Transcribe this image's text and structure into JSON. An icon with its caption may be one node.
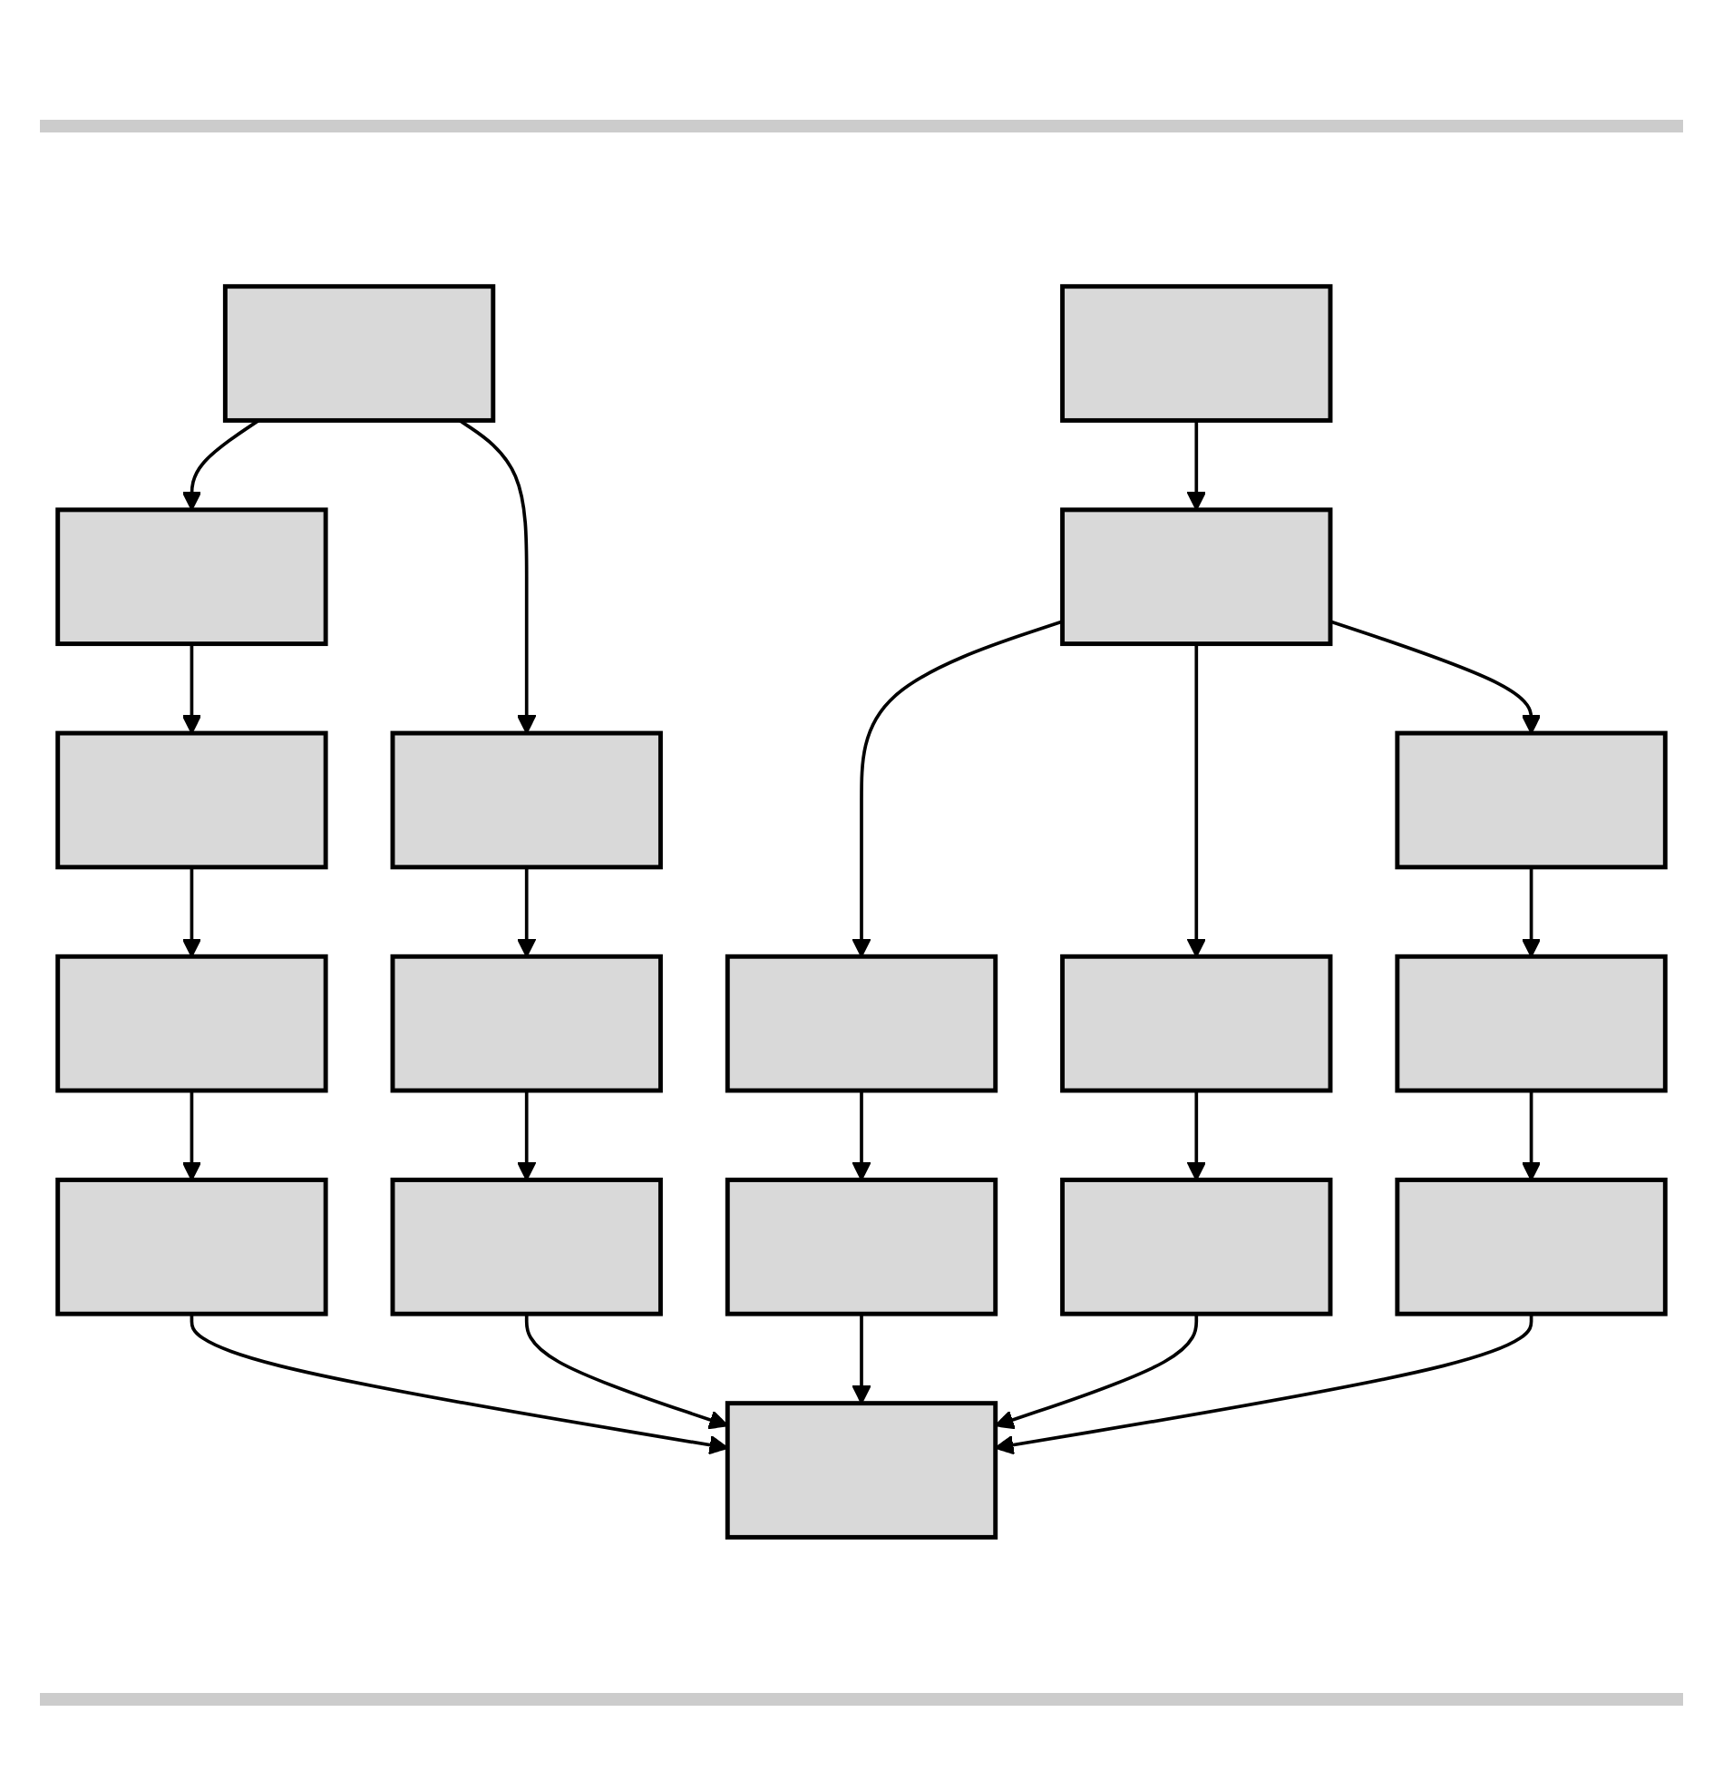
{
  "diagram": {
    "nodes": [
      {
        "text": [],
        "shape": "box"
      },
      {
        "text": [],
        "shape": "box"
      },
      {
        "text": [],
        "shape": "box"
      },
      {
        "text": [],
        "shape": "box"
      },
      {
        "text": [],
        "shape": "box"
      },
      {
        "text": [],
        "shape": "box"
      },
      {
        "text": [],
        "shape": "box"
      },
      {
        "text": [],
        "shape": "box"
      },
      {
        "text": [],
        "shape": "box"
      },
      {
        "text": [],
        "shape": "box"
      },
      {
        "text": [],
        "shape": "box"
      },
      {
        "text": [],
        "shape": "box"
      },
      {
        "text": [],
        "shape": "box"
      },
      {
        "text": [],
        "shape": "box"
      },
      {
        "text": [],
        "shape": "box"
      },
      {
        "text": [],
        "shape": "box"
      },
      {
        "text": [],
        "shape": "box"
      },
      {
        "text": [],
        "shape": "box"
      }
    ],
    "edges": [
      {
        "from": 0,
        "to": 2,
        "arrow": "to"
      },
      {
        "from": 0,
        "to": 3,
        "arrow": "to"
      },
      {
        "from": 1,
        "to": 4,
        "arrow": "to"
      },
      {
        "from": 4,
        "to": 5,
        "arrow": "to"
      },
      {
        "from": 4,
        "to": 6,
        "arrow": "to"
      },
      {
        "from": 4,
        "to": 7,
        "arrow": "to"
      },
      {
        "from": 2,
        "to": 8,
        "arrow": "to"
      },
      {
        "from": 8,
        "to": 11,
        "arrow": "to"
      },
      {
        "from": 11,
        "to": 15,
        "arrow": "to"
      },
      {
        "from": 3,
        "to": 9,
        "arrow": "to"
      },
      {
        "from": 9,
        "to": 13,
        "arrow": "to"
      },
      {
        "from": 5,
        "to": 14,
        "arrow": "to"
      },
      {
        "from": 6,
        "to": 10,
        "arrow": "to"
      },
      {
        "from": 7,
        "to": 12,
        "arrow": "to"
      },
      {
        "from": 12,
        "to": 16,
        "arrow": "to"
      },
      {
        "from": 15,
        "to": 17,
        "arrow": "to"
      },
      {
        "from": 13,
        "to": 17,
        "arrow": "to"
      },
      {
        "from": 14,
        "to": 17,
        "arrow": "to"
      },
      {
        "from": 10,
        "to": 17,
        "arrow": "to"
      },
      {
        "from": 16,
        "to": 17,
        "arrow": "to"
      }
    ]
  }
}
